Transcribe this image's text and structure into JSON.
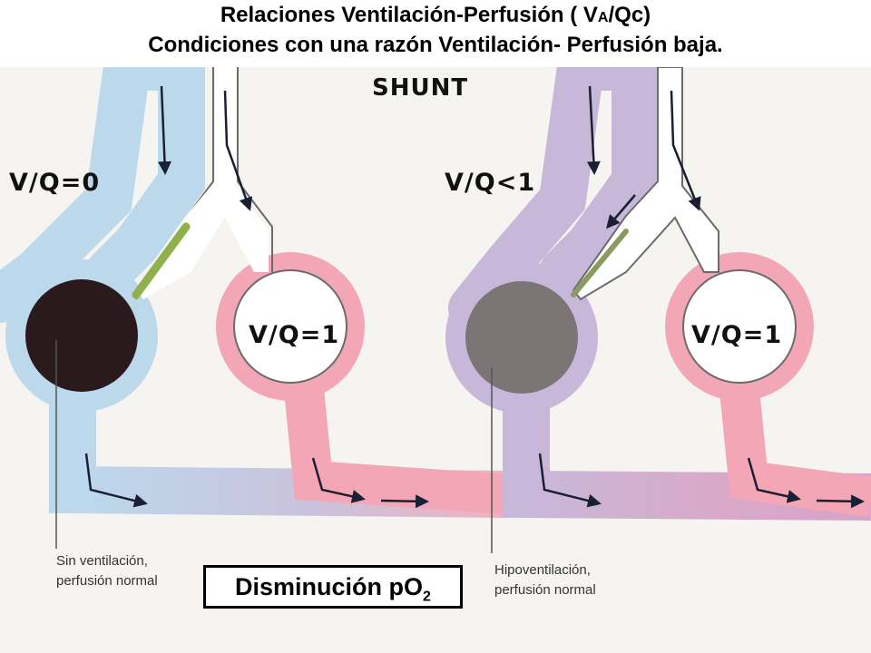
{
  "title": {
    "line1_prefix": "Relaciones Ventilación-Perfusión ( V",
    "line1_sub": "A",
    "line1_suffix": "/Qc)",
    "line2": "Condiciones con una razón Ventilación- Perfusión baja."
  },
  "diagram": {
    "heading": "SHUNT",
    "left_panel": {
      "ratio_blocked": "V/Q=0",
      "ratio_normal": "V/Q=1",
      "caption_line1": "Sin ventilación,",
      "caption_line2": "perfusión normal"
    },
    "right_panel": {
      "ratio_blocked": "V/Q<1",
      "ratio_normal": "V/Q=1",
      "caption_line1": "Hipoventilación,",
      "caption_line2": "perfusión normal"
    },
    "result_main": "Disminución pO",
    "result_sub": "2"
  },
  "colors": {
    "venous_blue": "#bcd9ec",
    "arterial_pink": "#f2a6b6",
    "mixed_purple": "#c9a9cf",
    "airway": "#ffffff",
    "collapsed_alveolus": "#2a1a1e",
    "hypoventilated_alveolus": "#7b7576",
    "obstruction_green": "#8fb04a"
  }
}
